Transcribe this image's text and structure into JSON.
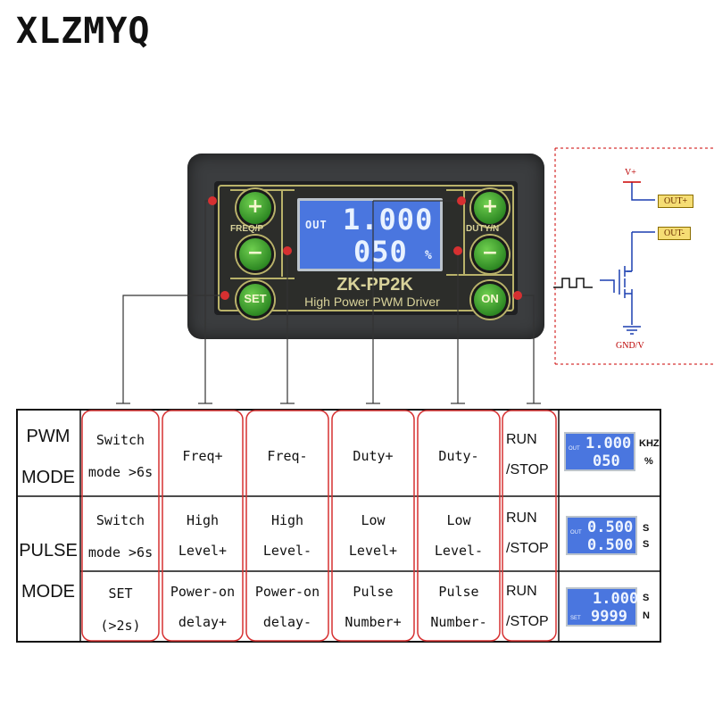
{
  "brand": "XLZMYQ",
  "device": {
    "model": "ZK-PP2K",
    "subtitle": "High Power PWM Driver",
    "left_group_label": "FREQ/P",
    "right_group_label": "DUTY/N",
    "buttons": {
      "plus": "+",
      "minus": "−",
      "set": "SET",
      "on": "ON"
    },
    "display": {
      "out_label": "OUT",
      "value1": "1.000",
      "value2": "050",
      "unit": "%"
    }
  },
  "circuit": {
    "vplus": "V+",
    "gnd": "GND/V",
    "out_plus": "OUT+",
    "out_minus": "OUT-"
  },
  "table": {
    "pwm_header": [
      "PWM",
      "MODE"
    ],
    "pulse_header": [
      "PULSE",
      "MODE"
    ],
    "pwm_row": {
      "set_lines": [
        "Switch",
        "mode >6s"
      ],
      "freq_plus": "Freq+",
      "freq_minus": "Freq-",
      "duty_plus": "Duty+",
      "duty_minus": "Duty-",
      "run_lines": [
        "RUN",
        "/STOP"
      ],
      "display": {
        "out": "OUT",
        "v1": "1.000",
        "v2": "050",
        "u1": "KHZ",
        "u2": "%"
      }
    },
    "pulse_row1": {
      "set_lines": [
        "Switch",
        "mode >6s"
      ],
      "c1": [
        "High",
        "Level+"
      ],
      "c2": [
        "High",
        "Level-"
      ],
      "c3": [
        "Low",
        "Level+"
      ],
      "c4": [
        "Low",
        "Level-"
      ],
      "run_lines": [
        "RUN",
        "/STOP"
      ],
      "display": {
        "out": "OUT",
        "v1": "0.500",
        "v2": "0.500",
        "u1": "S",
        "u2": "S"
      }
    },
    "pulse_row2": {
      "set_lines": [
        "SET",
        "(>2s)"
      ],
      "c1": [
        "Power-on",
        "delay+"
      ],
      "c2": [
        "Power-on",
        "delay-"
      ],
      "c3": [
        "Pulse",
        "Number+"
      ],
      "c4": [
        "Pulse",
        "Number-"
      ],
      "run_lines": [
        "RUN",
        "/STOP"
      ],
      "display": {
        "set": "SET",
        "v1": "1.000",
        "v2": "9999",
        "u1": "S",
        "u2": "N"
      }
    }
  },
  "colors": {
    "callout": "#c0392b",
    "button_green": "#3fa42f",
    "lcd_blue": "#4a76df",
    "panel_trim": "#b9b26a"
  }
}
